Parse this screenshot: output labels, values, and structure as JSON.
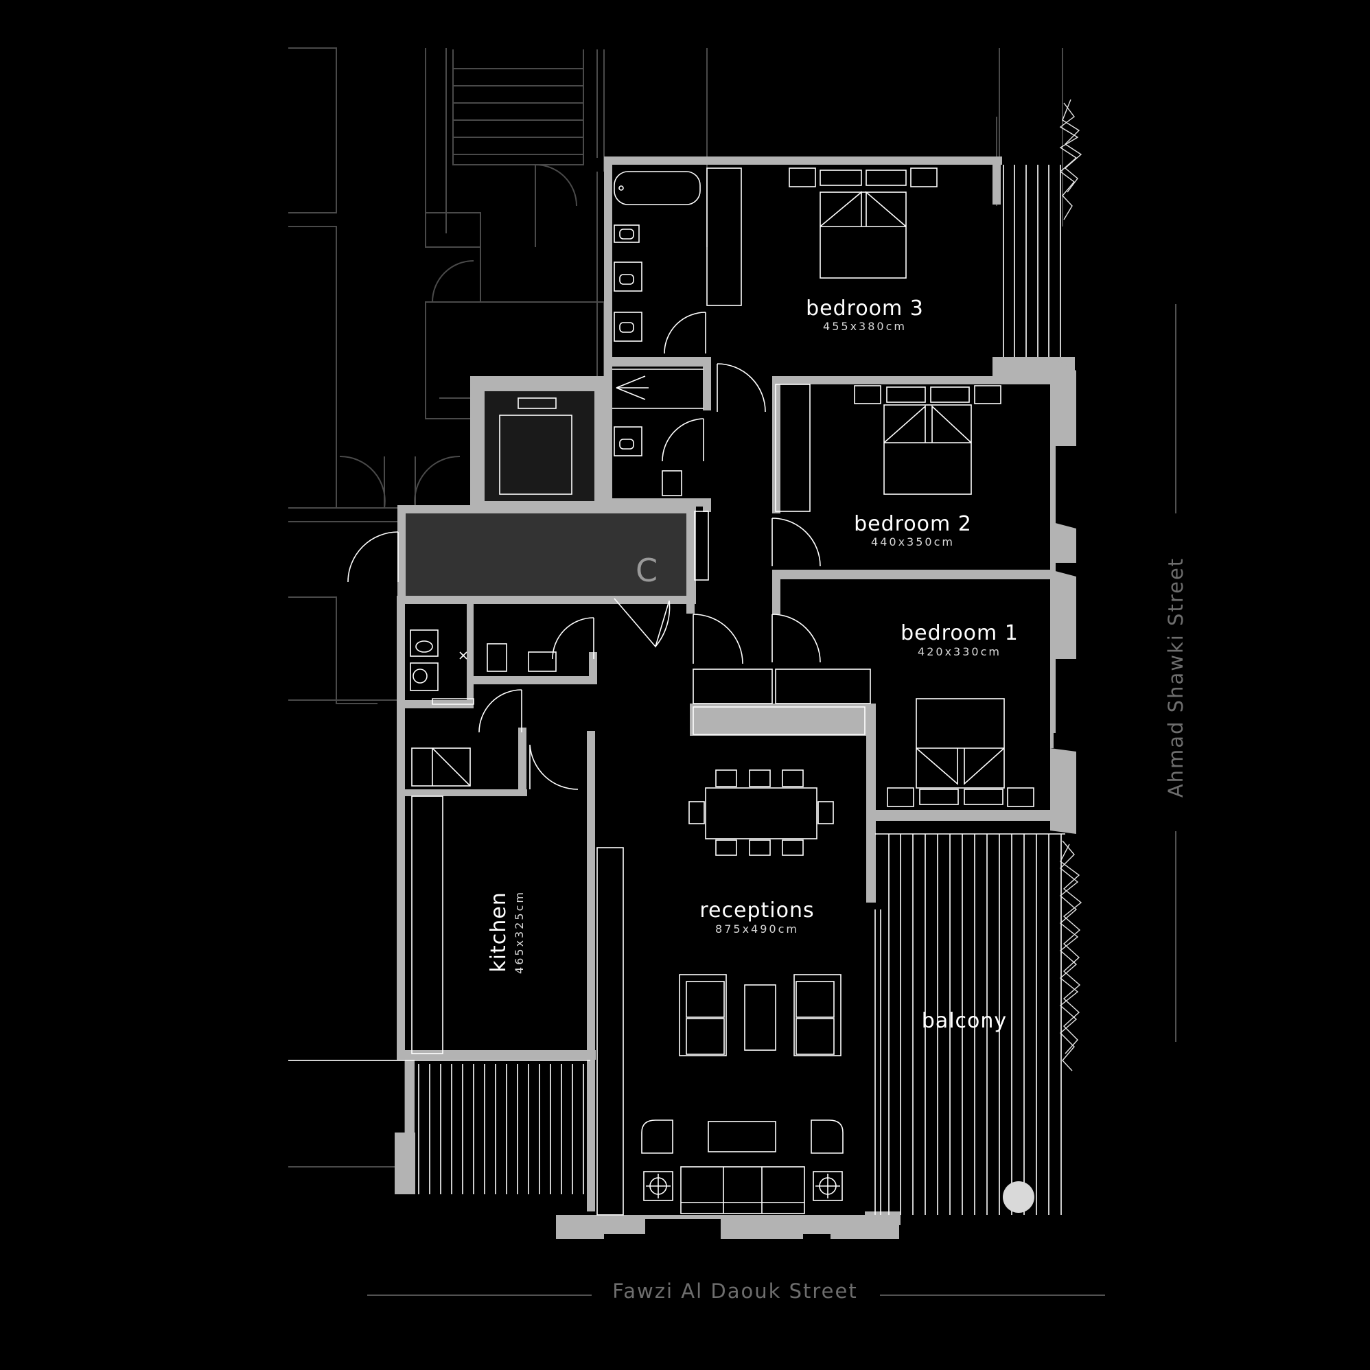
{
  "rooms": {
    "bedroom3": {
      "name": "bedroom 3",
      "dim": "455x380cm"
    },
    "bedroom2": {
      "name": "bedroom 2",
      "dim": "440x350cm"
    },
    "bedroom1": {
      "name": "bedroom 1",
      "dim": "420x330cm"
    },
    "receptions": {
      "name": "receptions",
      "dim": "875x490cm"
    },
    "kitchen": {
      "name": "kitchen",
      "dim": "465x325cm"
    },
    "balcony": {
      "name": "balcony"
    },
    "core": {
      "label": "C"
    }
  },
  "streets": {
    "bottom": "Fawzi Al Daouk Street",
    "right": "Ahmad Shawki Street"
  },
  "colors": {
    "background": "#000000",
    "wall": "#b3b3b3",
    "core_fill": "#333333",
    "lines": "#ffffff",
    "neighbor_lines": "#4a4a4a",
    "street_text": "#6e6e6e"
  }
}
